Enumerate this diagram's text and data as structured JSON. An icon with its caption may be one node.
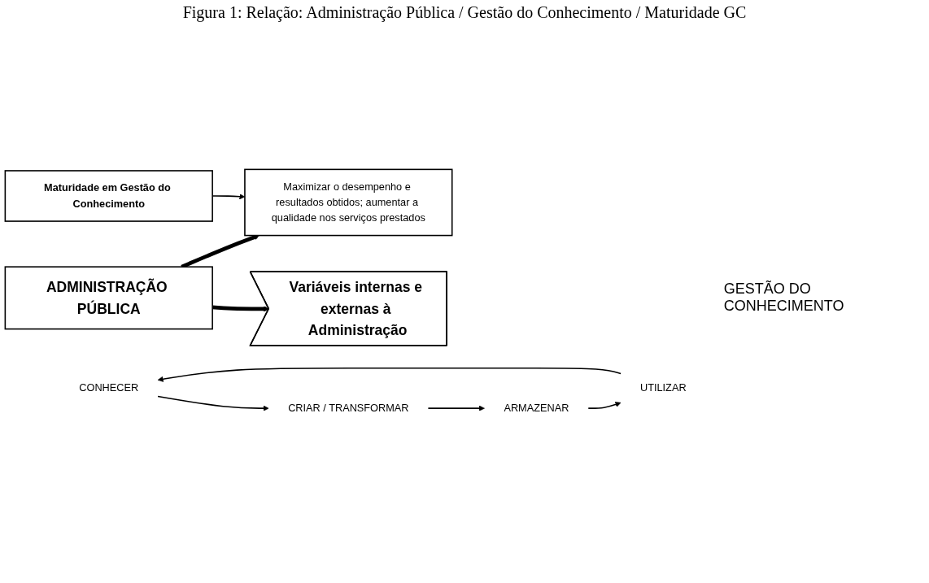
{
  "diagram": {
    "title": "Figura 1: Relação: Administração Pública / Gestão do Conhecimento / Maturidade GC",
    "nodes": [
      {
        "text": [
          "ADMINISTRAÇÃO PÚBLICA"
        ]
      },
      {
        "text": [
          "Maximizar o desempenho e resultados obtidos; aumentar a qualidade nos serviços prestados"
        ]
      },
      {
        "text": [
          "Variáveis internas e externas à Administração"
        ]
      },
      {
        "text": [
          "CONHECER"
        ]
      },
      {
        "text": [
          "CRIAR / TRANSFORMAR"
        ]
      },
      {
        "text": [
          "ARMAZENAR"
        ]
      },
      {
        "text": [
          "UTILIZAR"
        ]
      },
      {
        "text": [
          "Maturidade em Gestão do Conhecimento"
        ]
      }
    ],
    "edges": [
      {
        "from": 0,
        "to": 1,
        "arrow": "to",
        "style": "thick"
      },
      {
        "from": 0,
        "to": 2,
        "arrow": "to",
        "style": "thick"
      },
      {
        "from": 3,
        "to": 4,
        "arrow": "to"
      },
      {
        "from": 4,
        "to": 5,
        "arrow": "to"
      },
      {
        "from": 5,
        "to": 6,
        "arrow": "to"
      },
      {
        "from": 6,
        "to": 3,
        "arrow": "to"
      },
      {
        "from": 7,
        "to": 1,
        "arrow": "to"
      }
    ],
    "labels": [
      "GESTÃO DO CONHECIMENTO"
    ]
  }
}
